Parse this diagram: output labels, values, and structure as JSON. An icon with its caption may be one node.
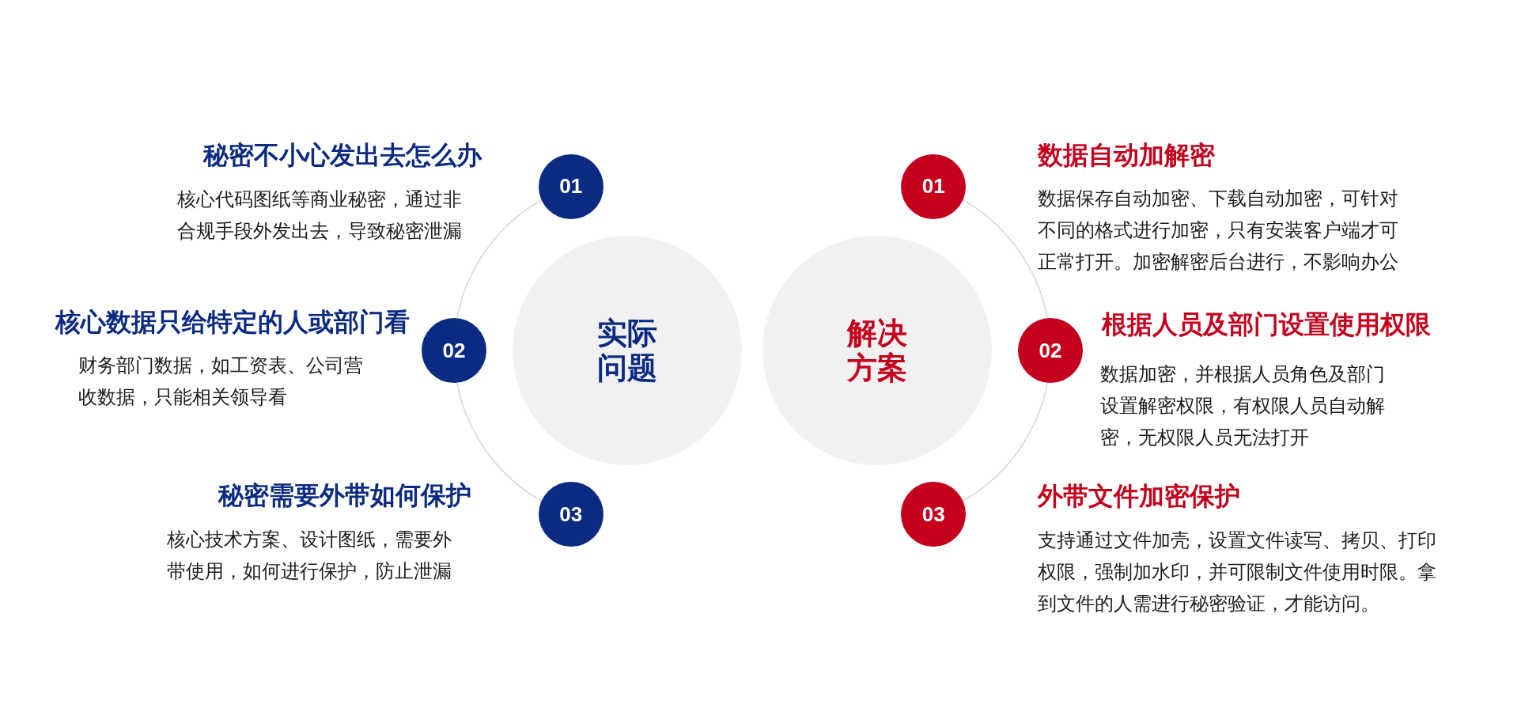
{
  "diagram": {
    "nodes": [
      {
        "text": [
          "实际问题"
        ]
      },
      {
        "text": [
          "01"
        ],
        "beside": [
          "秘密不小心发出去怎么办",
          "核心代码图纸等商业秘密，通过非合规手段外发出去，导致秘密泄漏"
        ]
      },
      {
        "text": [
          "02"
        ],
        "beside": [
          "核心数据只给特定的人或部门看",
          "财务部门数据，如工资表、公司营收数据，只能相关领导看"
        ]
      },
      {
        "text": [
          "03"
        ],
        "beside": [
          "秘密需要外带如何保护",
          "核心技术方案、设计图纸，需要外带使用，如何进行保护，防止泄漏"
        ]
      },
      {
        "text": [
          "解决方案"
        ]
      },
      {
        "text": [
          "01"
        ],
        "beside": [
          "数据自动加解密",
          "数据保存自动加密、下载自动加密，可针对不同的格式进行加密，只有安装客户端才可正常打开。加密解密后台进行，不影响办公"
        ]
      },
      {
        "text": [
          "02"
        ],
        "beside": [
          "根据人员及部门设置使用权限",
          "数据加密，并根据人员角色及部门设置解密权限，有权限人员自动解密，无权限人员无法打开"
        ]
      },
      {
        "text": [
          "03"
        ],
        "beside": [
          "外带文件加密保护",
          "支持通过文件加壳，设置文件读写、拷贝、打印权限，强制加水印，并可限制文件使用时限。拿到文件的人需进行秘密验证，才能访问。"
        ]
      }
    ],
    "edges": [
      {
        "from": 1,
        "to": 2,
        "arrow": "none"
      },
      {
        "from": 2,
        "to": 3,
        "arrow": "none"
      },
      {
        "from": 5,
        "to": 6,
        "arrow": "none"
      },
      {
        "from": 6,
        "to": 7,
        "arrow": "none"
      }
    ]
  }
}
